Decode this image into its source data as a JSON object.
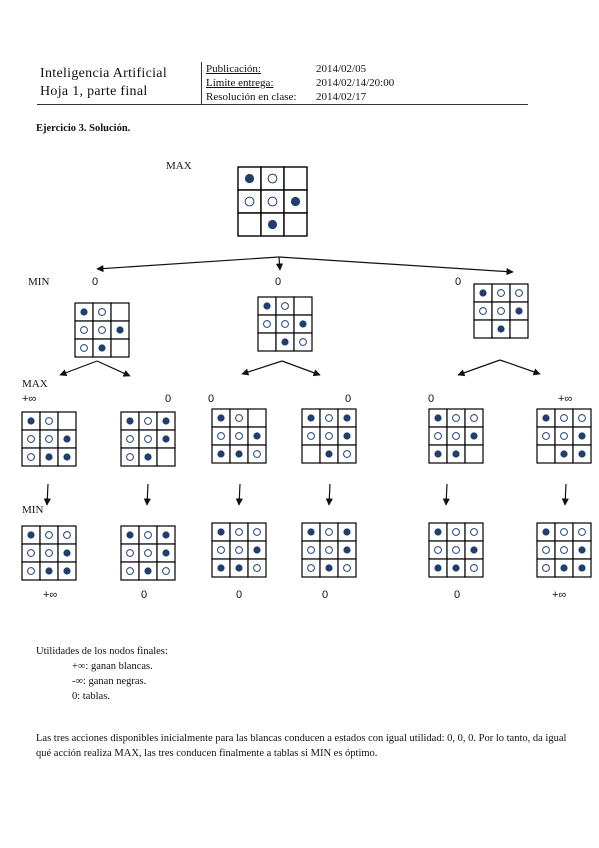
{
  "header": {
    "course_line1": "Inteligencia Artificial",
    "course_line2": "Hoja 1, parte final",
    "pub_label": "Publicación:",
    "pub_value": "2014/02/05",
    "limit_label": "Límite entrega:",
    "limit_value": "2014/02/14/20:00",
    "res_label": "Resolución en clase:",
    "res_value": "2014/02/17"
  },
  "exercise_title": "Ejercicio 3. Solución.",
  "tree": {
    "level_labels": {
      "root": "MAX",
      "level1": "MIN",
      "level2": "MAX",
      "level3": "MIN"
    },
    "root": {
      "board": [
        "B",
        "W",
        "",
        "W",
        "W",
        "B",
        "",
        "B",
        ""
      ]
    },
    "level1": [
      {
        "utility": "0",
        "board": [
          "B",
          "W",
          "",
          "W",
          "W",
          "B",
          "W",
          "B",
          ""
        ]
      },
      {
        "utility": "0",
        "board": [
          "B",
          "W",
          "",
          "W",
          "W",
          "B",
          "",
          "B",
          "W"
        ]
      },
      {
        "utility": "0",
        "board": [
          "B",
          "W",
          "W",
          "W",
          "W",
          "B",
          "",
          "B",
          ""
        ]
      }
    ],
    "level2": [
      {
        "utility": "+∞",
        "board": [
          "B",
          "W",
          "",
          "W",
          "W",
          "B",
          "W",
          "B",
          "B"
        ]
      },
      {
        "utility": "0",
        "board": [
          "B",
          "W",
          "B",
          "W",
          "W",
          "B",
          "W",
          "B",
          ""
        ]
      },
      {
        "utility": "0",
        "board": [
          "B",
          "W",
          "",
          "W",
          "W",
          "B",
          "B",
          "B",
          "W"
        ]
      },
      {
        "utility": "0",
        "board": [
          "B",
          "W",
          "B",
          "W",
          "W",
          "B",
          "",
          "B",
          "W"
        ]
      },
      {
        "utility": "0",
        "board": [
          "B",
          "W",
          "W",
          "W",
          "W",
          "B",
          "B",
          "B",
          ""
        ]
      },
      {
        "utility": "+∞",
        "board": [
          "B",
          "W",
          "W",
          "W",
          "W",
          "B",
          "",
          "B",
          "B"
        ]
      }
    ],
    "level3": [
      {
        "utility": "+∞",
        "board": [
          "B",
          "W",
          "W",
          "W",
          "W",
          "B",
          "W",
          "B",
          "B"
        ]
      },
      {
        "utility": "0",
        "board": [
          "B",
          "W",
          "B",
          "W",
          "W",
          "B",
          "W",
          "B",
          "W"
        ]
      },
      {
        "utility": "0",
        "board": [
          "B",
          "W",
          "W",
          "W",
          "W",
          "B",
          "B",
          "B",
          "W"
        ]
      },
      {
        "utility": "0",
        "board": [
          "B",
          "W",
          "B",
          "W",
          "W",
          "B",
          "W",
          "B",
          "W"
        ]
      },
      {
        "utility": "0",
        "board": [
          "B",
          "W",
          "W",
          "W",
          "W",
          "B",
          "B",
          "B",
          "W"
        ]
      },
      {
        "utility": "+∞",
        "board": [
          "B",
          "W",
          "W",
          "W",
          "W",
          "B",
          "W",
          "B",
          "B"
        ]
      }
    ]
  },
  "legend": {
    "title": "Utilidades de los nodos finales:",
    "items": [
      "+∞: ganan blancas.",
      "-∞: ganan negras.",
      "0: tablas."
    ]
  },
  "conclusion": "Las tres acciones disponibles inicialmente para las blancas conducen a estados con igual utilidad: 0, 0, 0. Por lo tanto, da igual qué acción realiza MAX, las tres conducen finalmente a tablas si MIN es óptimo.",
  "colors": {
    "black_piece": "#1f3f6e",
    "white_piece_stroke": "#1f3f6e",
    "grid": "#000000"
  }
}
